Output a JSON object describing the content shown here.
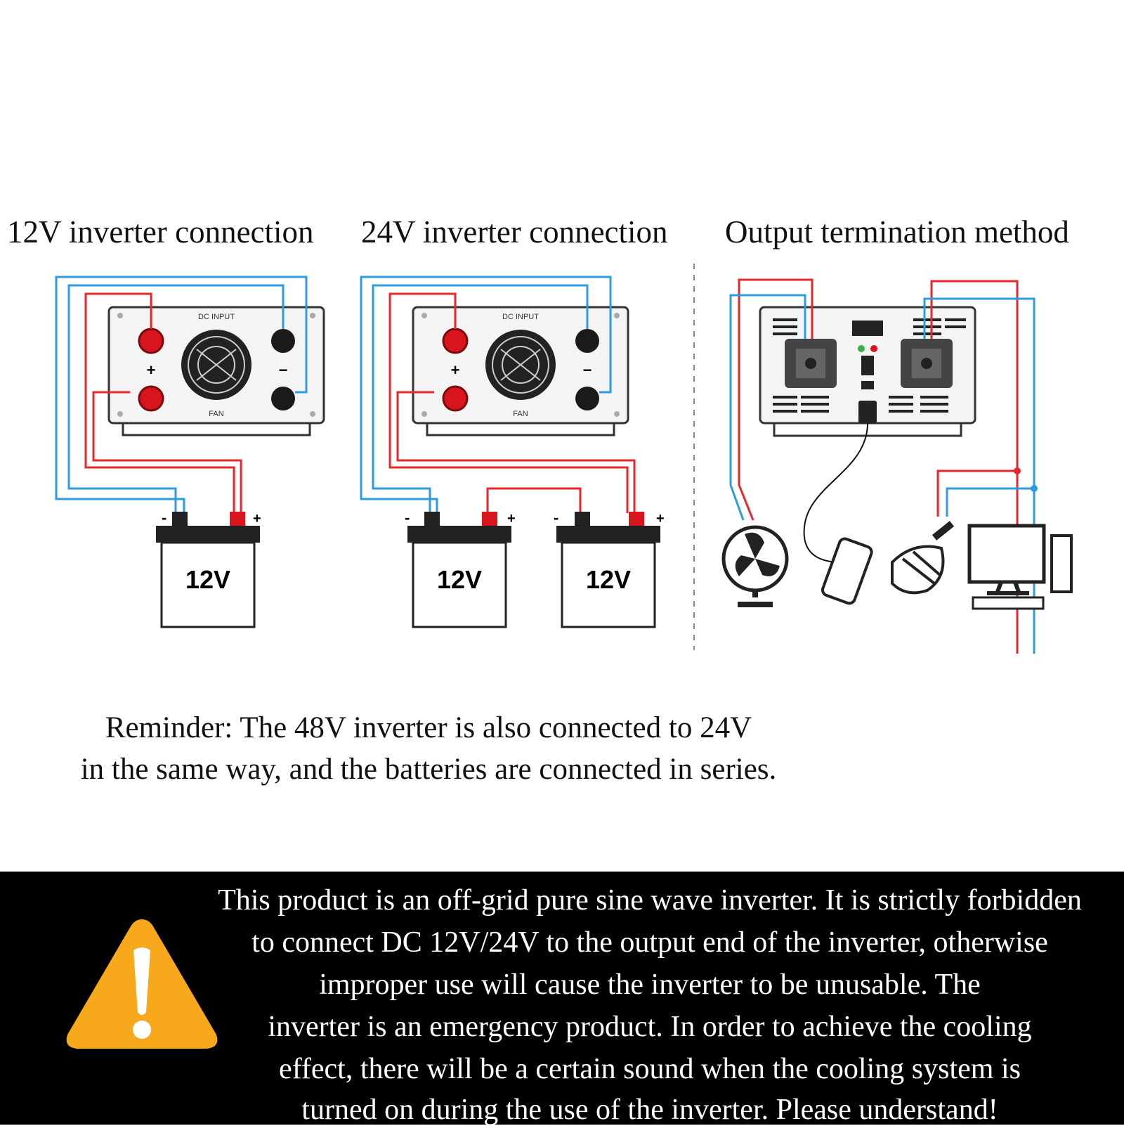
{
  "sections": {
    "left_title": "12V inverter connection",
    "middle_title": "24V inverter connection",
    "right_title": "Output termination method"
  },
  "inverter": {
    "panel_label": "DC INPUT",
    "fan_label": "FAN",
    "plus_sign": "+",
    "minus_sign": "−"
  },
  "battery": {
    "voltage_label": "12V",
    "plus_sign": "+",
    "minus_sign": "-"
  },
  "reminder": {
    "line1": "Reminder: The 48V inverter is also connected to 24V",
    "line2": "in the same way, and the batteries are connected in series."
  },
  "warning": {
    "lines": [
      "This product is an off-grid pure sine wave inverter. It is strictly forbidden",
      "to connect DC 12V/24V to the output end of the inverter, otherwise",
      "improper use will cause the inverter to be unusable. The",
      "inverter is an emergency product. In order to achieve the cooling",
      "effect, there will be a certain sound when the cooling system is",
      "turned on during the use of the inverter. Please understand!"
    ]
  },
  "colors": {
    "positive_wire": "#e8262b",
    "negative_wire": "#2e9be0",
    "terminal_red": "#d8141c",
    "terminal_black": "#1a1a1a",
    "warning_band": "#000000",
    "warning_icon": "#f7a81b"
  }
}
